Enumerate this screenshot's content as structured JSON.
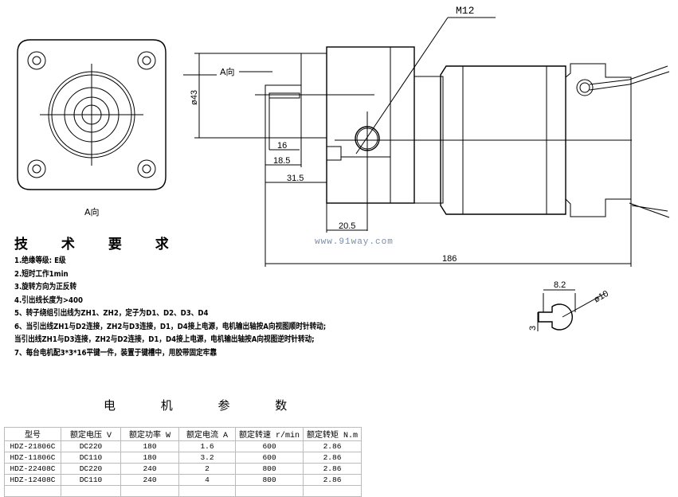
{
  "drawing": {
    "front_view_label": "A向",
    "side_view": {
      "arrow_label": "A向",
      "thread_label": "M12",
      "dim_diameter": "ø43",
      "dim_16": "16",
      "dim_18_5": "18.5",
      "dim_31_5": "31.5",
      "dim_20_5": "20.5",
      "dim_186": "186"
    },
    "shaft_section": {
      "dim_8_2": "8.2",
      "dim_diameter": "ø10",
      "dim_3": "3"
    },
    "watermark": "www.91way.com"
  },
  "requirements": {
    "title": "技 术 要 求",
    "items": [
      "1.绝缘等级: E级",
      "2.短时工作1min",
      "3.旋转方向为正反转",
      "4.引出线长度为>400",
      "5、转子绕组引出线为ZH1、ZH2，定子为D1、D2、D3、D4",
      "6、当引出线ZH1与D2连接，ZH2与D3连接，D1，D4接上电源，电机输出轴按A向视图顺时针转动;",
      "当引出线ZH1与D3连接，ZH2与D2连接，D1，D4接上电源，电机输出轴按A向视图逆时针转动;",
      "7、每台电机配3*3*16平键一件，装置于键槽中，用胶带固定牢靠"
    ]
  },
  "params_table": {
    "title": "电 机 参 数",
    "headers": [
      "型号",
      "额定电压 V",
      "额定功率 W",
      "额定电流 A",
      "额定转速 r/min",
      "额定转矩 N.m"
    ],
    "rows": [
      [
        "HDZ-21806C",
        "DC220",
        "180",
        "1.6",
        "600",
        "2.86"
      ],
      [
        "HDZ-11806C",
        "DC110",
        "180",
        "3.2",
        "600",
        "2.86"
      ],
      [
        "HDZ-22408C",
        "DC220",
        "240",
        "2",
        "800",
        "2.86"
      ],
      [
        "HDZ-12408C",
        "DC110",
        "240",
        "4",
        "800",
        "2.86"
      ]
    ]
  }
}
